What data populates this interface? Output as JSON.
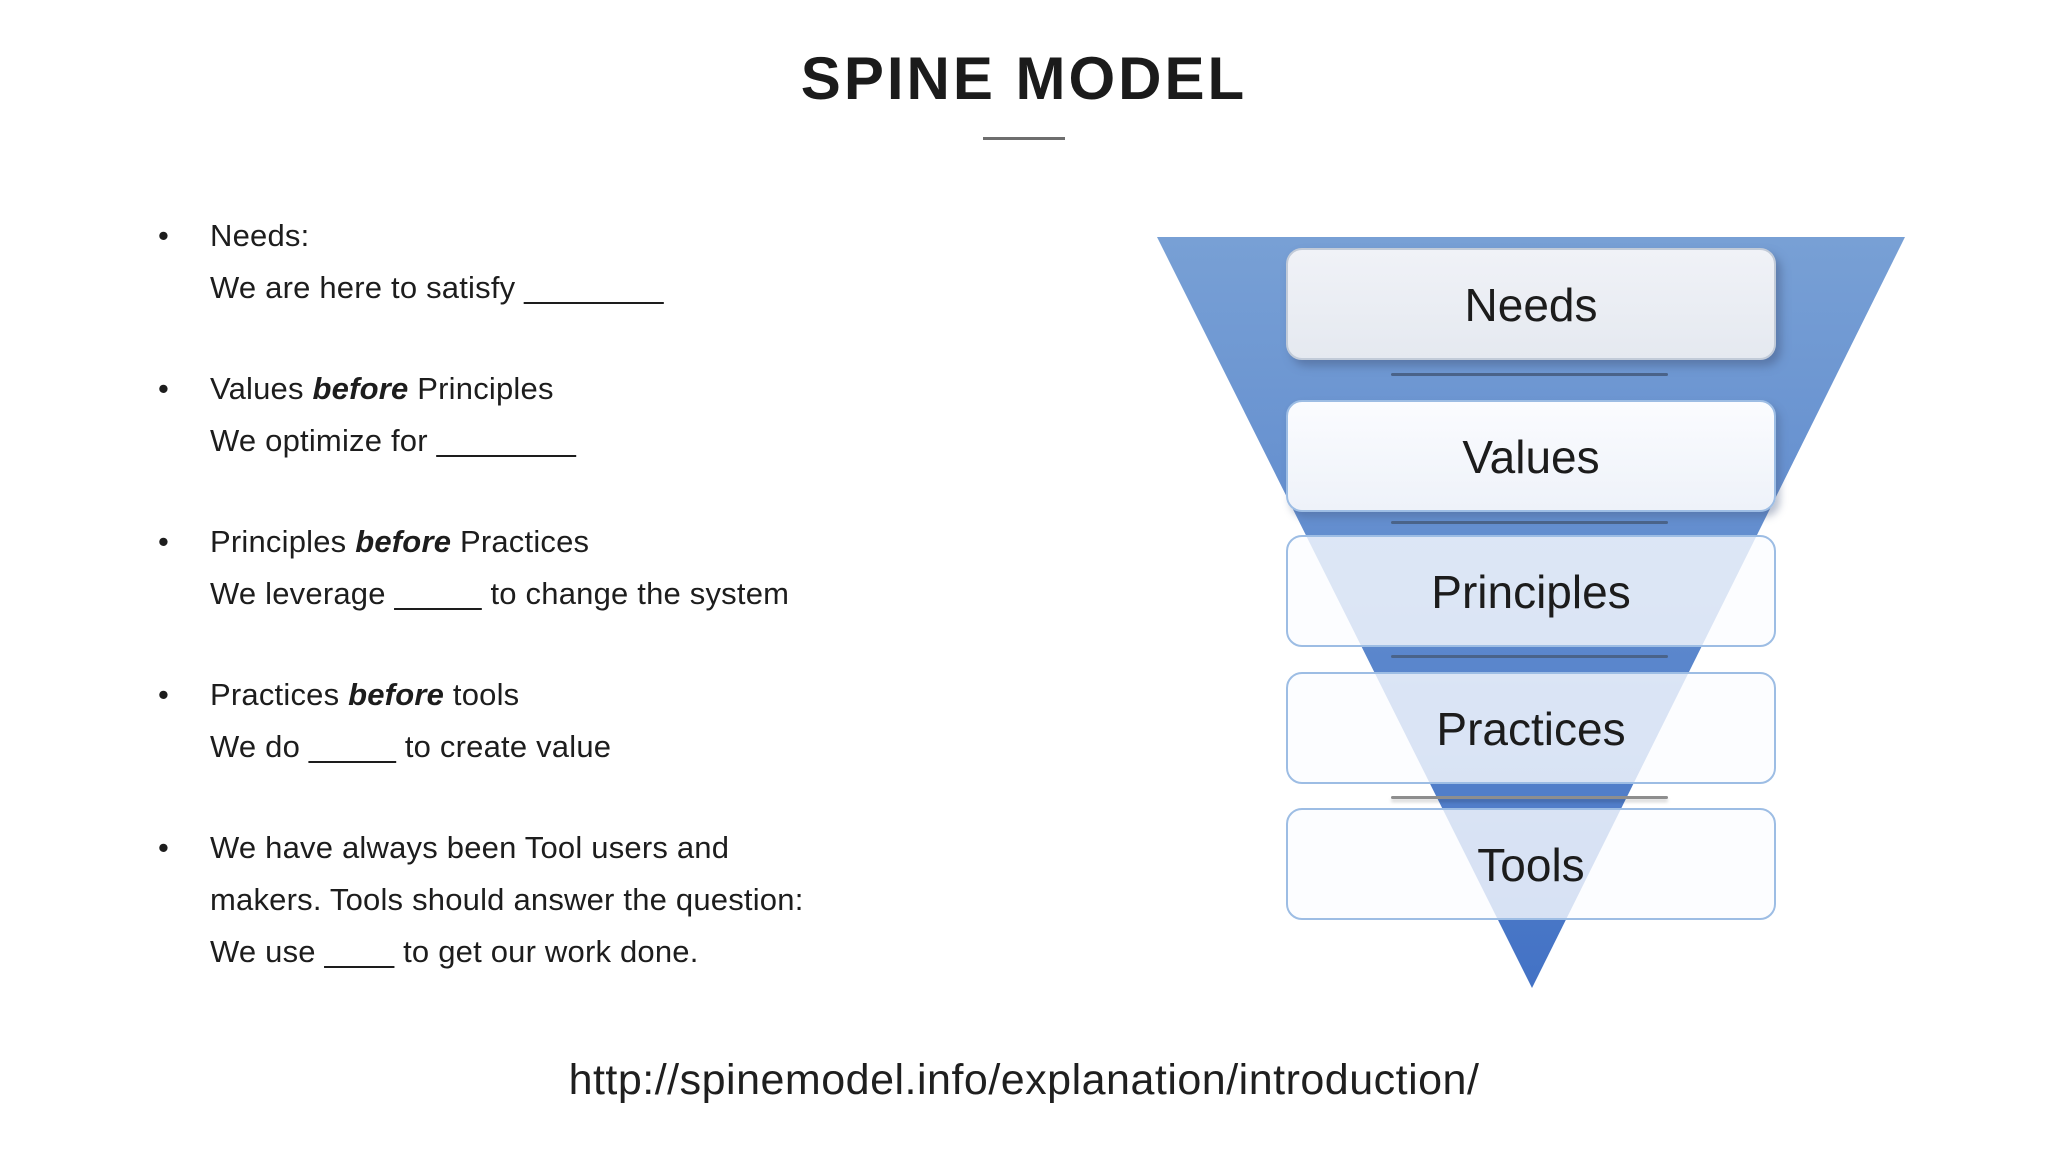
{
  "title": "SPINE MODEL",
  "bullet_glyph": "•",
  "bullets": [
    {
      "lines": [
        [
          {
            "t": "Needs:"
          }
        ],
        [
          {
            "t": "We are here to satisfy ________"
          }
        ]
      ]
    },
    {
      "lines": [
        [
          {
            "t": "Values "
          },
          {
            "t": "before",
            "em": true
          },
          {
            "t": " Principles"
          }
        ],
        [
          {
            "t": "We optimize for ________"
          }
        ]
      ]
    },
    {
      "lines": [
        [
          {
            "t": "Principles "
          },
          {
            "t": "before",
            "em": true
          },
          {
            "t": " Practices"
          }
        ],
        [
          {
            "t": "We leverage _____ to change the system"
          }
        ]
      ]
    },
    {
      "lines": [
        [
          {
            "t": "Practices "
          },
          {
            "t": "before",
            "em": true
          },
          {
            "t": " tools"
          }
        ],
        [
          {
            "t": "We do _____ to create value"
          }
        ]
      ]
    },
    {
      "lines": [
        [
          {
            "t": "We have always been Tool users and"
          }
        ],
        [
          {
            "t": "makers. Tools should answer the question:"
          }
        ],
        [
          {
            "t": "We use ____ to get our work done."
          }
        ]
      ]
    }
  ],
  "funnel": {
    "levels": [
      "Needs",
      "Values",
      "Principles",
      "Practices",
      "Tools"
    ]
  },
  "footer": {
    "url": "http://spinemodel.info/explanation/introduction/"
  },
  "colors": {
    "triangle-top": "#78A0D5",
    "triangle-bottom": "#4372C5",
    "box-border": "#9DBDE4",
    "separator-blue": "#4A6389",
    "separator-gray": "#8E8E8E",
    "title-rule": "#6E6E6E",
    "text": "#1D1D1D"
  }
}
